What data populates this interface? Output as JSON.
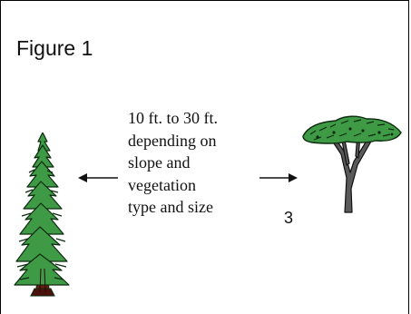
{
  "figure": {
    "title": "Figure 1",
    "caption_lines": [
      "10 ft. to 30 ft.",
      "depending on",
      "slope and",
      "vegetation",
      "type and  size"
    ],
    "page_number": "3"
  },
  "icons": {
    "left_tree": "conifer-tree-icon",
    "right_tree": "acacia-tree-icon",
    "left_arrow": "arrow-left-icon",
    "right_arrow": "arrow-right-icon"
  },
  "colors": {
    "foliage": "#3f9a45",
    "foliage_dark": "#0d2a10",
    "trunk": "#6b1a12",
    "trunk_right": "#4a4a4a",
    "ink": "#111111"
  }
}
